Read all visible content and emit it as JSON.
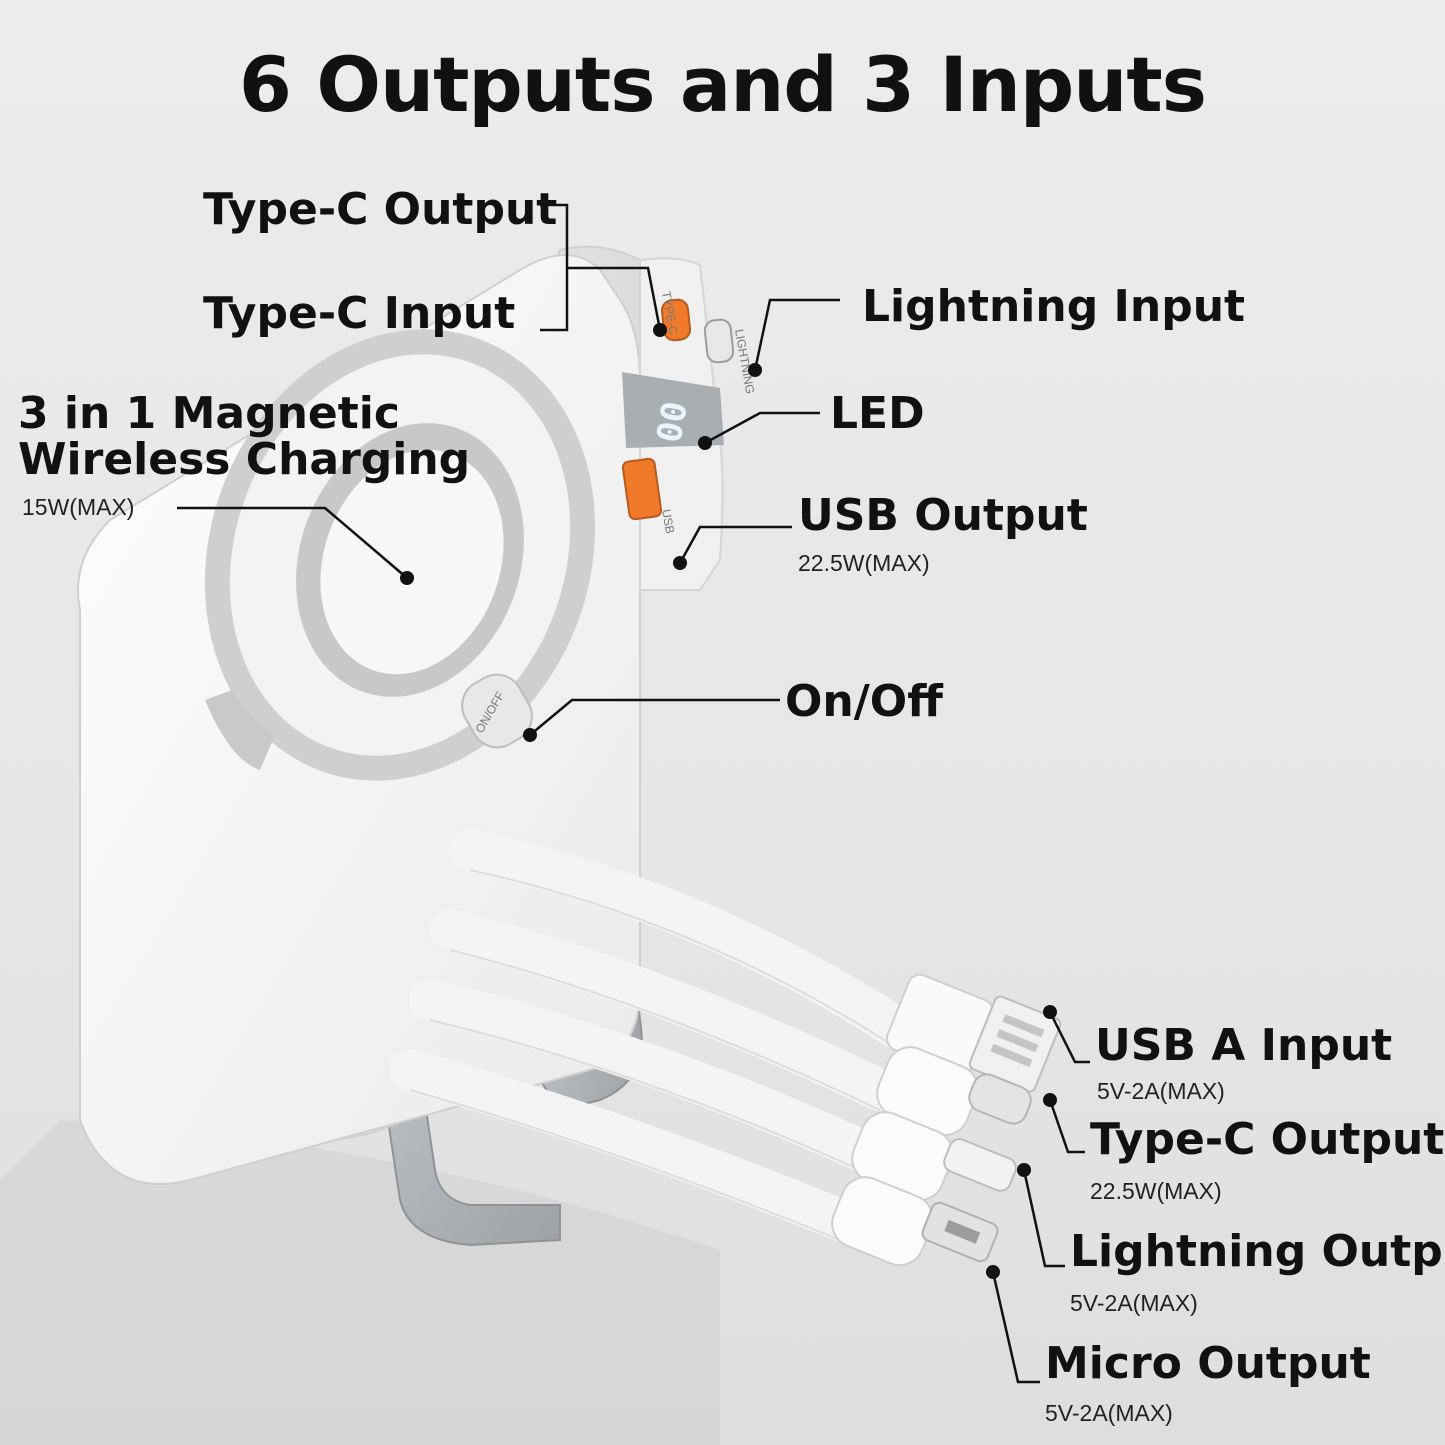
{
  "title": "6 Outputs and 3 Inputs",
  "labels": {
    "typec_output_top": "Type-C Output",
    "typec_input": "Type-C  Input",
    "magnetic_line1": "3 in 1 Magnetic",
    "magnetic_line2": "Wireless Charging",
    "magnetic_power": "15W(MAX)",
    "lightning_input": "Lightning Input",
    "led": "LED",
    "usb_output": "USB Output",
    "usb_output_power": "22.5W(MAX)",
    "onoff": "On/Off",
    "usba_input": "USB A Input",
    "usba_input_power": "5V-2A(MAX)",
    "typec_output_cable": "Type-C Output",
    "typec_output_cable_power": "22.5W(MAX)",
    "lightning_output": "Lightning Output",
    "lightning_output_power": "5V-2A(MAX)",
    "micro_output": "Micro Output",
    "micro_output_power": "5V-2A(MAX)"
  },
  "device_text": {
    "port_type_c": "TYPE-C",
    "port_lightning": "LIGHTNING",
    "port_usb": "USB",
    "button": "ON/OFF",
    "led_display": "00"
  },
  "colors": {
    "accent_orange": "#f07a2a",
    "led_blue": "#eaf4ff",
    "stand_gray": "#b9bcc0"
  }
}
